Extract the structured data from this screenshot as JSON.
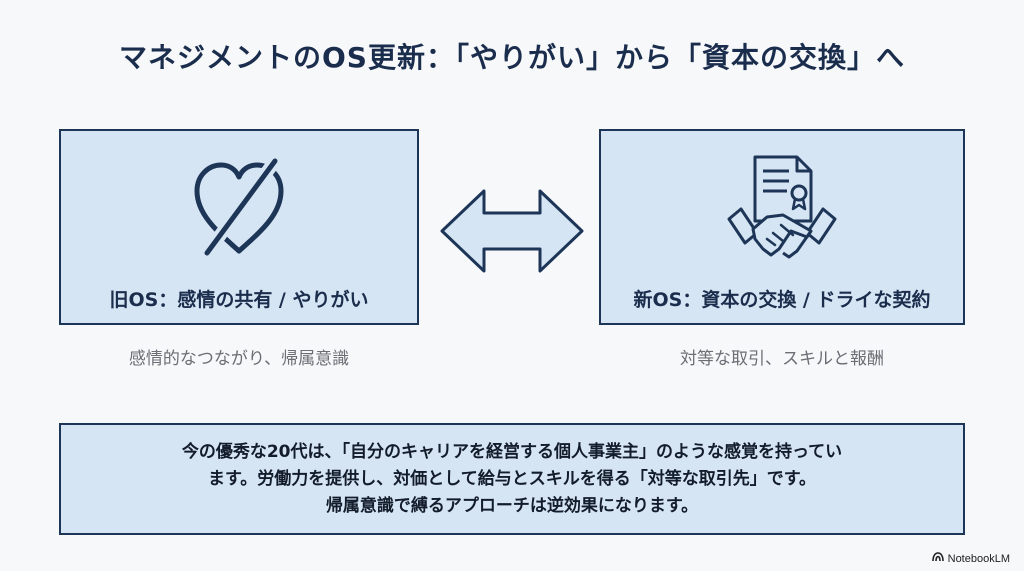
{
  "title": "マネジメントのOS更新：「やりがい」から「資本の交換」へ",
  "left_card": {
    "label": "旧OS：感情の共有 / やりがい",
    "icon": "crossed-heart-icon",
    "caption": "感情的なつながり、帰属意識"
  },
  "right_card": {
    "label": "新OS：資本の交換 / ドライな契約",
    "icon": "contract-handshake-icon",
    "caption": "対等な取引、スキルと報酬"
  },
  "center_icon": "double-arrow-icon",
  "note": {
    "lines": [
      "今の優秀な20代は、「自分のキャリアを経営する個人事業主」のような感覚を持ってい",
      "ます。労働力を提供し、対価として給与とスキルを得る「対等な取引先」です。",
      "帰属意識で縛るアプローチは逆効果になります。"
    ]
  },
  "brand": {
    "name": "NotebookLM",
    "icon": "notebooklm-logo-icon"
  },
  "colors": {
    "navy": "#1d3557",
    "card_fill": "#d6e5f3",
    "caption_gray": "#6b6e73"
  }
}
